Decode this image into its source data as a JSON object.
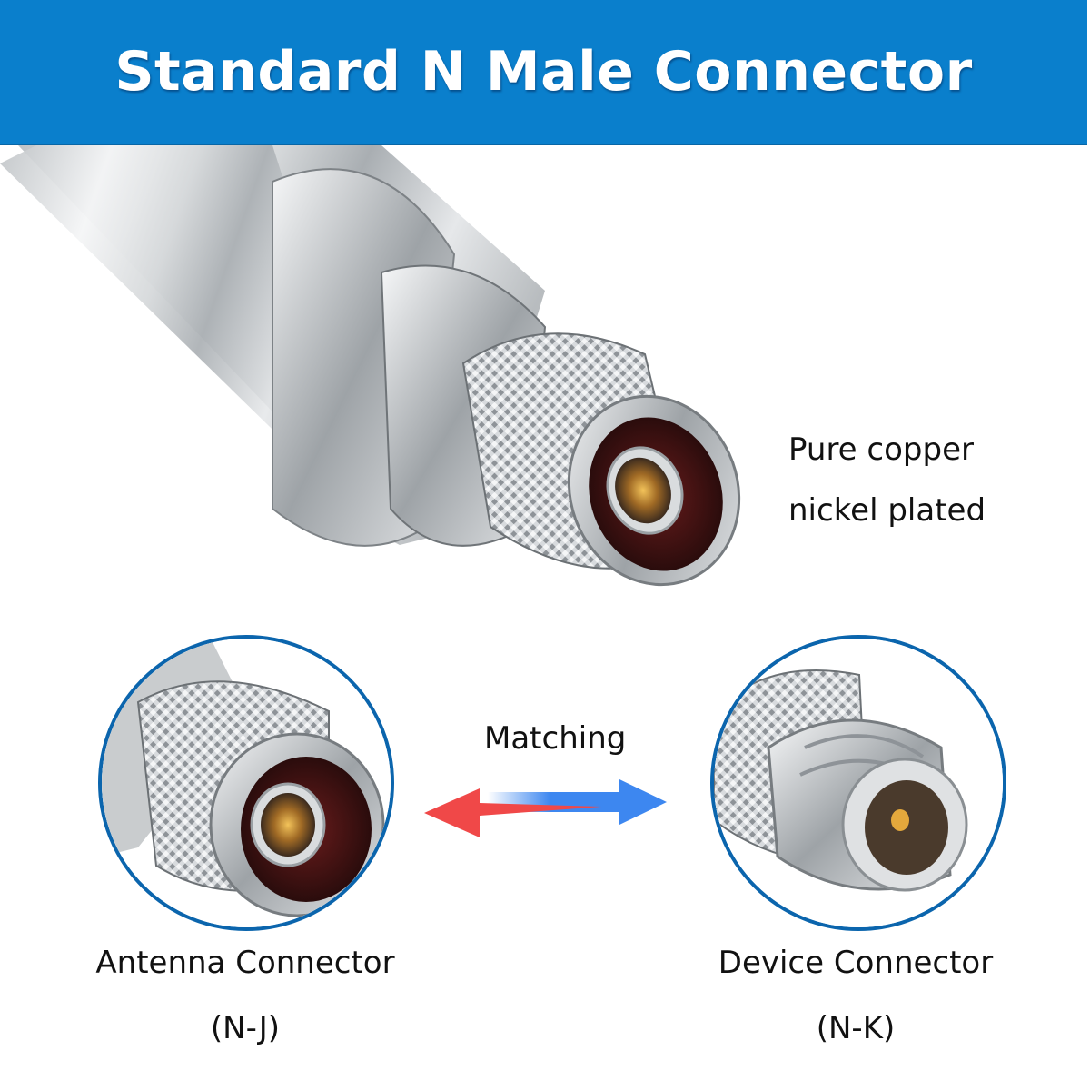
{
  "banner": {
    "title": "Standard N Male Connector",
    "background_color": "#0a7fcc"
  },
  "hero": {
    "image": "n-male-connector-on-antenna-tube",
    "feature_lines": [
      "Pure copper",
      "nickel plated"
    ]
  },
  "comparison": {
    "left": {
      "image": "n-male-connector-closeup",
      "title": "Antenna Connector",
      "code": "(N-J)"
    },
    "center": {
      "label": "Matching",
      "arrow_colors": {
        "left": "#f04848",
        "right": "#3d87f0"
      }
    },
    "right": {
      "image": "n-female-connector-closeup",
      "title": "Device Connector",
      "code": "(N-K)"
    },
    "circle_border_color": "#0b65ad"
  }
}
